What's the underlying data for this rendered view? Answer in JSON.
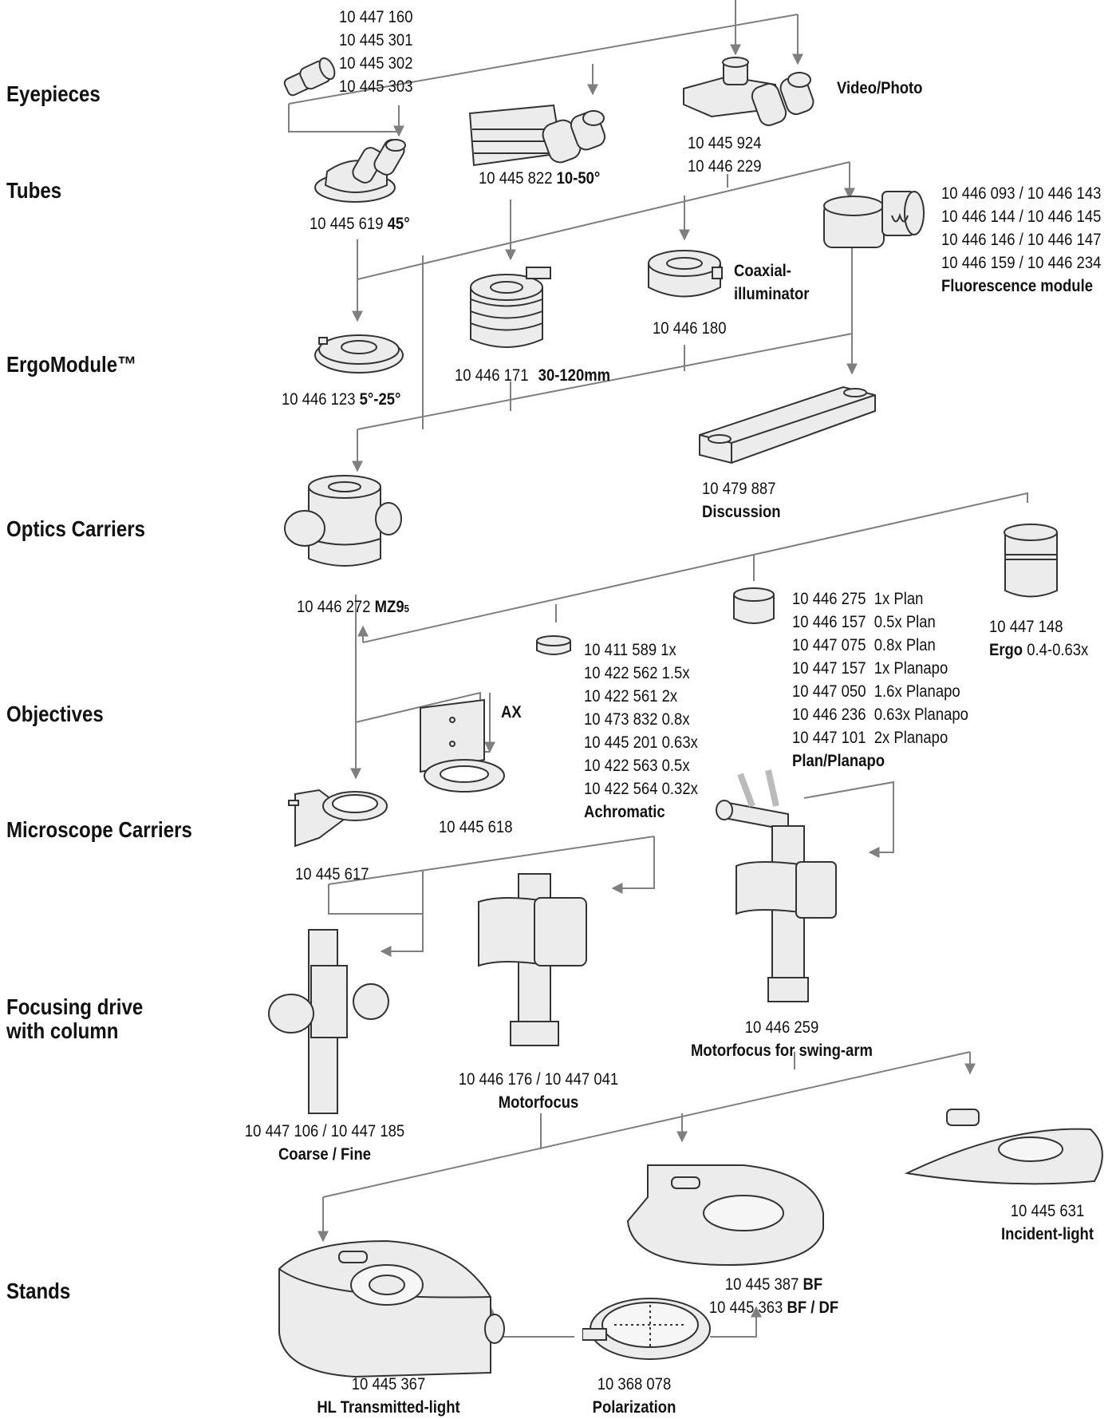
{
  "categories": {
    "eyepieces": "Eyepieces",
    "tubes": "Tubes",
    "ergomodule": "ErgoModule™",
    "optics_carriers": "Optics Carriers",
    "objectives": "Objectives",
    "microscope_carriers": "Microscope Carriers",
    "focusing_drive_1": "Focusing drive",
    "focusing_drive_2": "with column",
    "stands": "Stands"
  },
  "eyepieces": {
    "codes": [
      "10 447 160",
      "10 445 301",
      "10 445 302",
      "10 445 303"
    ]
  },
  "video_photo": {
    "label": "Video/Photo",
    "codes": [
      "10 445 924",
      "10 446 229"
    ]
  },
  "tube_45": {
    "code": "10 445 619",
    "spec": "45°"
  },
  "tube_10_50": {
    "code": "10 445 822",
    "spec": "10-50°"
  },
  "fluorescence": {
    "codes": [
      "10 446 093 / 10 446 143",
      "10 446 144 / 10 446 145",
      "10 446 146 / 10 446 147",
      "10 446 159 / 10 446 234"
    ],
    "label": "Fluorescence module"
  },
  "coaxial": {
    "label_1": "Coaxial-",
    "label_2": "illuminator",
    "code": "10 446 180"
  },
  "ergomodule_item": {
    "code": "10 446 123",
    "spec": "5°-25°"
  },
  "extension": {
    "code": "10 446 171",
    "spec": "30-120mm"
  },
  "discussion": {
    "code": "10 479 887",
    "label": "Discussion"
  },
  "optics_carrier": {
    "code": "10 446 272",
    "model": "MZ9",
    "model_sub": "5"
  },
  "ergo_objective": {
    "code": "10 447 148",
    "label": "Ergo",
    "spec": "0.4-0.63x"
  },
  "plan_planapo": {
    "rows": [
      [
        "10 446 275",
        "1x Plan"
      ],
      [
        "10 446 157",
        "0.5x Plan"
      ],
      [
        "10 447 075",
        "0.8x Plan"
      ],
      [
        "10 447 157",
        "1x Planapo"
      ],
      [
        "10 447 050",
        "1.6x Planapo"
      ],
      [
        "10 446 236",
        "0.63x Planapo"
      ],
      [
        "10 447 101",
        "2x Planapo"
      ]
    ],
    "label": "Plan/Planapo"
  },
  "achromatic": {
    "rows": [
      "10 411 589 1x",
      "10 422 562 1.5x",
      "10 422 561 2x",
      "10 473 832 0.8x",
      "10 445 201 0.63x",
      "10 422 563 0.5x",
      "10 422 564 0.32x"
    ],
    "label": "Achromatic"
  },
  "ax": {
    "label": "AX",
    "code": "10 445 618"
  },
  "carrier_617": {
    "code": "10 445 617"
  },
  "coarse_fine": {
    "code": "10 447 106 / 10 447 185",
    "label": "Coarse / Fine"
  },
  "motorfocus": {
    "code": "10 446 176 / 10 447 041",
    "label": "Motorfocus"
  },
  "motorfocus_swing": {
    "code": "10 446 259",
    "label": "Motorfocus for swing-arm"
  },
  "incident_light": {
    "code": "10 445 631",
    "label": "Incident-light"
  },
  "stand_bf": {
    "code_1": "10 445 387",
    "spec_1": "BF",
    "code_2": "10 445 363",
    "spec_2": "BF / DF"
  },
  "stand_hl": {
    "code": "10 445 367",
    "label": "HL Transmitted-light"
  },
  "polarization": {
    "code": "10 368 078",
    "label": "Polarization"
  },
  "colors": {
    "line": "#7f7f7f",
    "part_fill": "#ececec",
    "part_stroke": "#333333",
    "text": "#111111"
  }
}
